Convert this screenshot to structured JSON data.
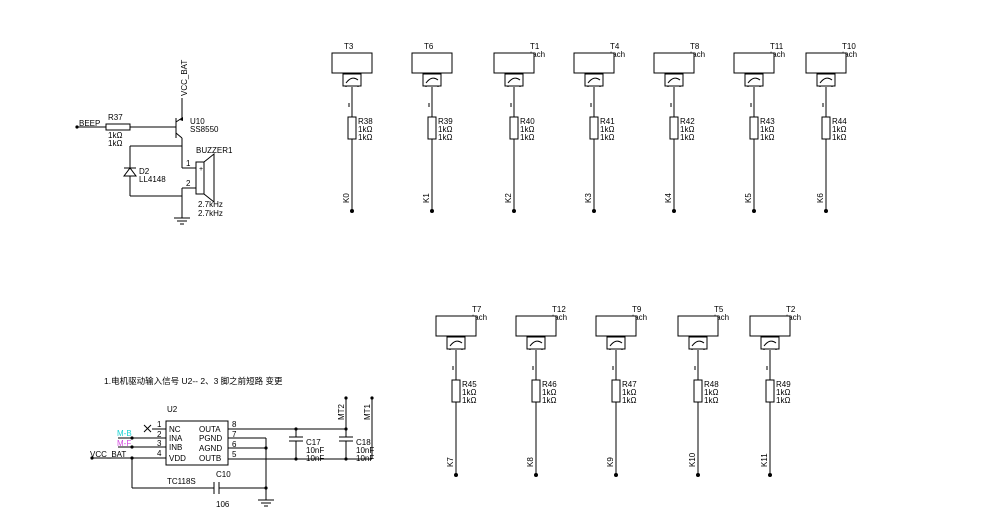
{
  "buzzer": {
    "vcc_label": "VCC_BAT",
    "signal_label": "BEEP",
    "resistor": {
      "ref": "R37",
      "value1": "1kΩ",
      "value2": "1kΩ"
    },
    "transistor": {
      "ref": "U10",
      "part": "SS8550"
    },
    "diode": {
      "ref": "D2",
      "part": "LL4148"
    },
    "buzzer": {
      "ref": "BUZZER1",
      "freq1": "2.7kHz",
      "freq2": "2.7kHz",
      "pin1": "1",
      "pin2": "2"
    }
  },
  "sensors_top": [
    {
      "ref": "T3",
      "sub": "",
      "resistor": "R38",
      "v1": "1kΩ",
      "v2": "1kΩ",
      "net": "K0"
    },
    {
      "ref": "T6",
      "sub": "",
      "resistor": "R39",
      "v1": "1kΩ",
      "v2": "1kΩ",
      "net": "K1"
    },
    {
      "ref": "T1",
      "sub": "tach",
      "resistor": "R40",
      "v1": "1kΩ",
      "v2": "1kΩ",
      "net": "K2"
    },
    {
      "ref": "T4",
      "sub": "tach",
      "resistor": "R41",
      "v1": "1kΩ",
      "v2": "1kΩ",
      "net": "K3"
    },
    {
      "ref": "T8",
      "sub": "tach",
      "resistor": "R42",
      "v1": "1kΩ",
      "v2": "1kΩ",
      "net": "K4"
    },
    {
      "ref": "T11",
      "sub": "tach",
      "resistor": "R43",
      "v1": "1kΩ",
      "v2": "1kΩ",
      "net": "K5"
    },
    {
      "ref": "T10",
      "sub": "tach",
      "resistor": "R44",
      "v1": "1kΩ",
      "v2": "1kΩ",
      "net": "K6"
    }
  ],
  "sensors_bottom": [
    {
      "ref": "T7",
      "sub": "tach",
      "resistor": "R45",
      "v1": "1kΩ",
      "v2": "1kΩ",
      "net": "K7"
    },
    {
      "ref": "T12",
      "sub": "tach",
      "resistor": "R46",
      "v1": "1kΩ",
      "v2": "1kΩ",
      "net": "K8"
    },
    {
      "ref": "T9",
      "sub": "tach",
      "resistor": "R47",
      "v1": "1kΩ",
      "v2": "1kΩ",
      "net": "K9"
    },
    {
      "ref": "T5",
      "sub": "tach",
      "resistor": "R48",
      "v1": "1kΩ",
      "v2": "1kΩ",
      "net": "K10"
    },
    {
      "ref": "T2",
      "sub": "tach",
      "resistor": "R49",
      "v1": "1kΩ",
      "v2": "1kΩ",
      "net": "K11"
    }
  ],
  "motor": {
    "note": "1.电机驱动输入信号 U2-- 2、3 脚之前短路 变更",
    "ic_ref": "U2",
    "ic_part": "TC118S",
    "pins_left": [
      {
        "num": "1",
        "name": "NC"
      },
      {
        "num": "2",
        "name": "INA"
      },
      {
        "num": "3",
        "name": "INB"
      },
      {
        "num": "4",
        "name": "VDD"
      }
    ],
    "pins_right": [
      {
        "num": "8",
        "name": "OUTA"
      },
      {
        "num": "7",
        "name": "PGND"
      },
      {
        "num": "6",
        "name": "AGND"
      },
      {
        "num": "5",
        "name": "OUTB"
      }
    ],
    "net_mb": "M-B",
    "net_mf": "M-F",
    "vcc_label": "VCC_BAT",
    "c17": {
      "ref": "C17",
      "v1": "10nF",
      "v2": "10nF"
    },
    "c18": {
      "ref": "C18",
      "v1": "10nF",
      "v2": "10nF"
    },
    "c10": {
      "ref": "C10",
      "value": "106"
    },
    "mt2": "MT2",
    "mt1": "MT1"
  },
  "colors": {
    "wire": "#000000",
    "net_mb": "#19d2d2",
    "net_mf": "#d24adf",
    "background": "#ffffff"
  }
}
